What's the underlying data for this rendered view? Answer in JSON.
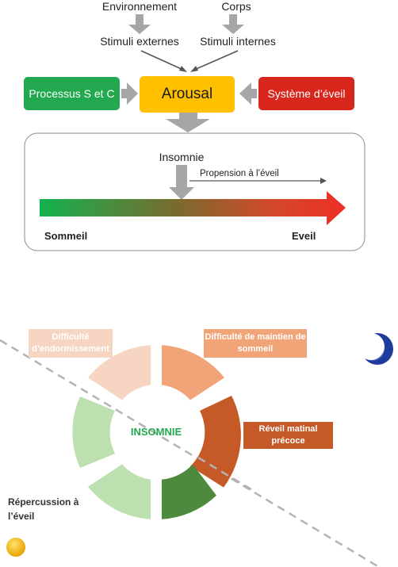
{
  "arousal_model": {
    "inputs": [
      {
        "source": "Environnement",
        "stimulus": "Stimuli externes"
      },
      {
        "source": "Corps",
        "stimulus": "Stimuli internes"
      }
    ],
    "process_box": "Processus S et C",
    "center_box": "Arousal",
    "wake_box": "Système d’éveil",
    "scale": {
      "insomnia": "Insomnie",
      "propensity": "Propension à l’éveil",
      "left_end": "Sommeil",
      "right_end": "Eveil"
    },
    "colors": {
      "process": "#22a94f",
      "arousal": "#ffc000",
      "wake": "#d9261c",
      "arrow_gray": "#a6a6a6"
    }
  },
  "insomnia_wheel": {
    "center": "INSOMNIE",
    "segments": [
      {
        "label": "Difficulté d’endormissement",
        "color": "#f6d5c3"
      },
      {
        "label": "Difficulté de maintien de sommeil",
        "color": "#f0a478"
      },
      {
        "label": "Réveil matinal précoce",
        "color": "#c55a28"
      },
      {
        "label": "Répercussion à l’éveil",
        "color": "#bde0b0"
      }
    ],
    "colors": {
      "center_text": "#22a94f",
      "dark_green": "#4e8a3d",
      "moon": "#1f3c9c",
      "sun": "#f6b400"
    }
  }
}
